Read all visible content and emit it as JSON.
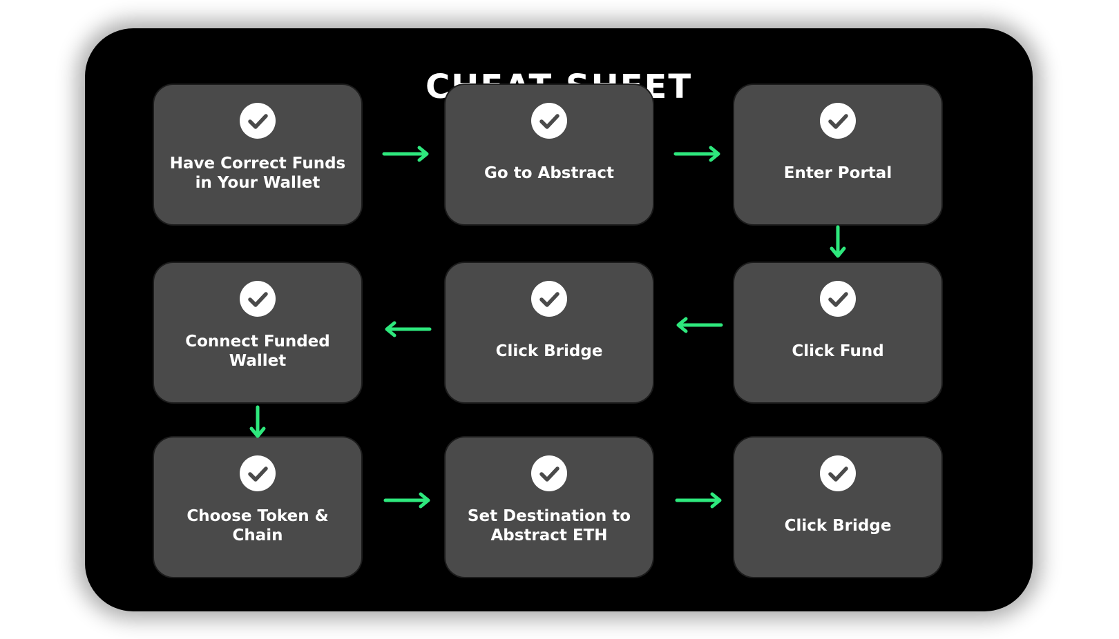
{
  "title": "CHEAT SHEET",
  "accent_color": "#2ee87d",
  "steps": [
    {
      "label": "Have Correct Funds in Your Wallet",
      "icon": "check-circle-icon"
    },
    {
      "label": "Go to Abstract",
      "icon": "check-circle-icon"
    },
    {
      "label": "Enter Portal",
      "icon": "check-circle-icon"
    },
    {
      "label": "Click Fund",
      "icon": "check-circle-icon"
    },
    {
      "label": "Click Bridge",
      "icon": "check-circle-icon"
    },
    {
      "label": "Connect Funded Wallet",
      "icon": "check-circle-icon"
    },
    {
      "label": "Choose Token & Chain",
      "icon": "check-circle-icon"
    },
    {
      "label": "Set Destination to Abstract ETH",
      "icon": "check-circle-icon"
    },
    {
      "label": "Click Bridge",
      "icon": "check-circle-icon"
    }
  ],
  "flow": [
    {
      "from": "Have Correct Funds in Your Wallet",
      "to": "Go to Abstract"
    },
    {
      "from": "Go to Abstract",
      "to": "Enter Portal"
    },
    {
      "from": "Enter Portal",
      "to": "Click Fund"
    },
    {
      "from": "Click Fund",
      "to": "Click Bridge"
    },
    {
      "from": "Click Bridge",
      "to": "Connect Funded Wallet"
    },
    {
      "from": "Connect Funded Wallet",
      "to": "Choose Token & Chain"
    },
    {
      "from": "Choose Token & Chain",
      "to": "Set Destination to Abstract ETH"
    },
    {
      "from": "Set Destination to Abstract ETH",
      "to": "Click Bridge"
    }
  ]
}
